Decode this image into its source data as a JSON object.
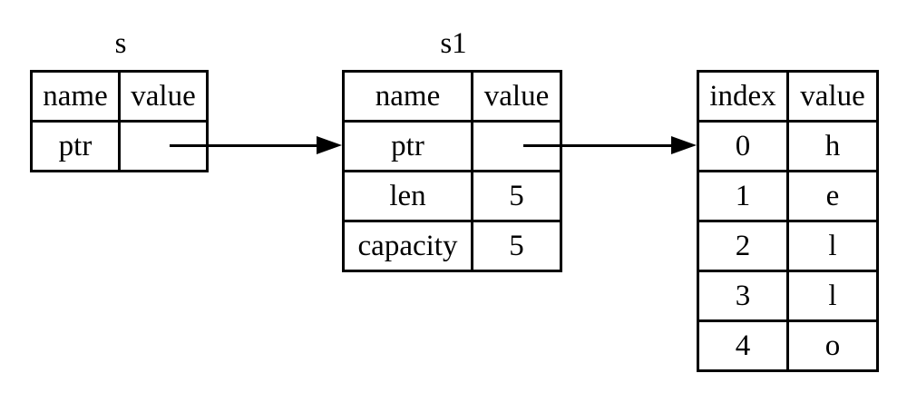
{
  "diagram": {
    "description": "Rust String memory layout: stack variables s and s1 pointing to heap buffer containing hello",
    "colors": {
      "background": "#ffffff",
      "line": "#000000",
      "text": "#000000"
    },
    "arrows": [
      {
        "from": "table-s ptr value cell",
        "to": "table-s1 left edge (ptr row)"
      },
      {
        "from": "table-s1 ptr value cell",
        "to": "heap-table left edge (index 0 row)"
      }
    ]
  },
  "tables": [
    {
      "title": "s",
      "headers": [
        "name",
        "value"
      ],
      "rows": [
        [
          "ptr",
          ""
        ]
      ]
    },
    {
      "title": "s1",
      "headers": [
        "name",
        "value"
      ],
      "rows": [
        [
          "ptr",
          ""
        ],
        [
          "len",
          "5"
        ],
        [
          "capacity",
          "5"
        ]
      ]
    },
    {
      "title": "",
      "headers": [
        "index",
        "value"
      ],
      "rows": [
        [
          "0",
          "h"
        ],
        [
          "1",
          "e"
        ],
        [
          "2",
          "l"
        ],
        [
          "3",
          "l"
        ],
        [
          "4",
          "o"
        ]
      ]
    }
  ]
}
